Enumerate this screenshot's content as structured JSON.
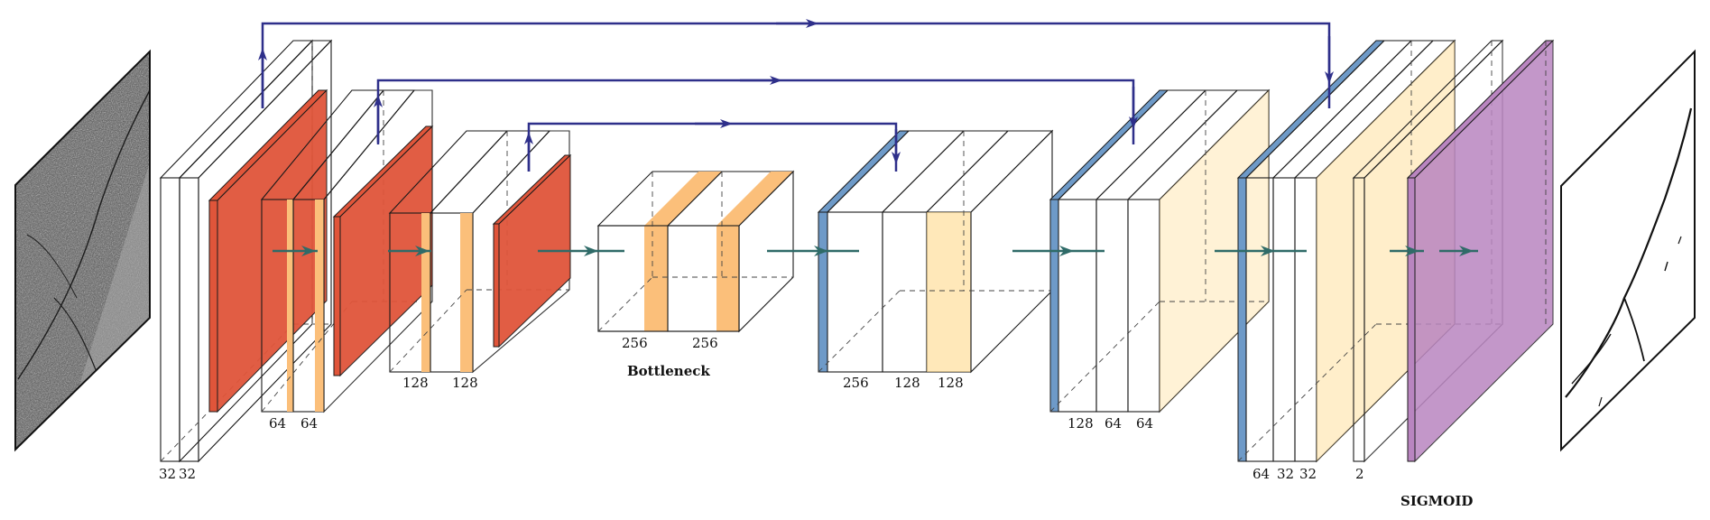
{
  "labels": {
    "enc1_a": "32",
    "enc1_b": "32",
    "enc2_a": "64",
    "enc2_b": "64",
    "enc3_a": "128",
    "enc3_b": "128",
    "bot_a": "256",
    "bot_b": "256",
    "bottleneck": "Bottleneck",
    "dec3_a": "256",
    "dec3_b": "128",
    "dec3_c": "128",
    "dec2_a": "128",
    "dec2_b": "64",
    "dec2_c": "64",
    "dec1_a": "64",
    "dec1_b": "32",
    "dec1_c": "32",
    "out": "2",
    "sigmoid": "SIGMOID"
  },
  "colors": {
    "conv": "#fde7bf",
    "conv_dark": "#fbbf7a",
    "pool": "#e0553a",
    "upsample": "#6e9ac8",
    "sigmoid": "#b985c0",
    "skip": "#2e2f8a",
    "flow": "#2f6b68"
  },
  "icons": {
    "input": "cracked-pavement-image",
    "output": "crack-segmentation-mask"
  }
}
